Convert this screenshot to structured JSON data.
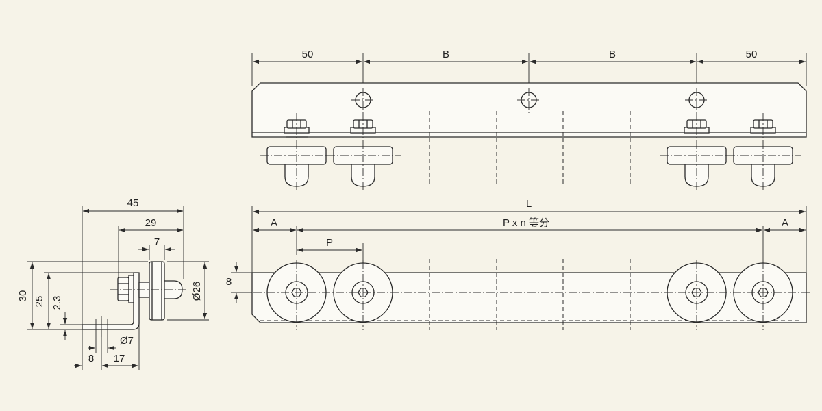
{
  "top_view": {
    "dimensions": [
      "50",
      "B",
      "B",
      "50"
    ]
  },
  "front_view": {
    "overall": "L",
    "end_left": "A",
    "pitch_total": "P x n 等分",
    "end_right": "A",
    "pitch": "P",
    "plate_offset": "8"
  },
  "side_view": {
    "width_overall": "45",
    "width_mid": "29",
    "width_small": "7",
    "height_overall": "30",
    "height_mid": "25",
    "thickness": "2.3",
    "roller_dia": "Ø26",
    "hole_dia": "Ø7",
    "base_left": "8",
    "base_right": "17"
  }
}
